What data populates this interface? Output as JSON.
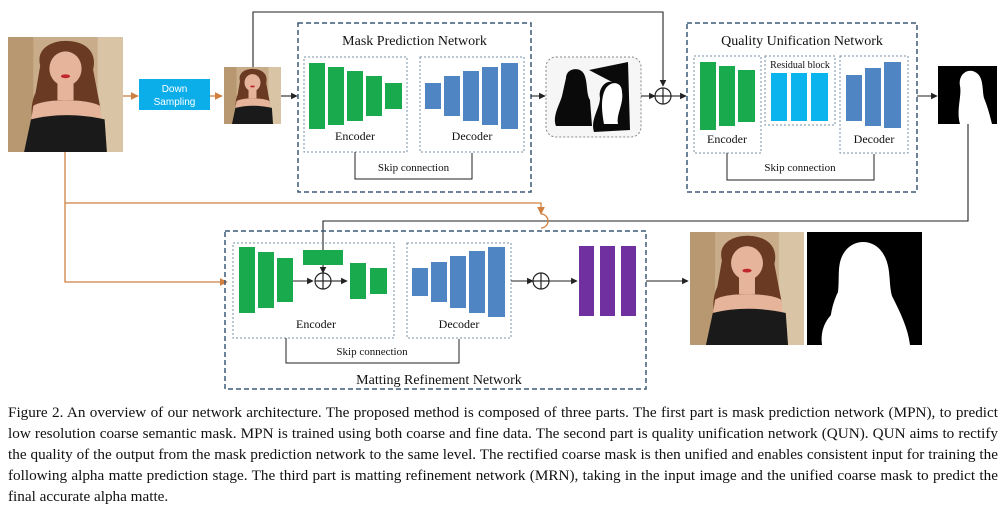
{
  "colors": {
    "encoder": "#1aaa4e",
    "decoder": "#4f85c2",
    "residual": "#0cb4ee",
    "output_block": "#7030a0",
    "box_border": "#3c5a78",
    "sub_border": "#7a8fa8",
    "flow_line": "#222222",
    "input_line": "#d08040",
    "downsampling": "#0caeea",
    "hair": "#6b3a22",
    "skin": "#e6b49a",
    "background_photo": "#c9ad8a"
  },
  "labels": {
    "downsampling": [
      "Down",
      "Sampling"
    ],
    "mpn_title": "Mask Prediction Network",
    "mpn_encoder": "Encoder",
    "mpn_decoder": "Decoder",
    "mpn_skip": "Skip connection",
    "qun_title": "Quality Unification Network",
    "qun_encoder": "Encoder",
    "qun_residual": "Residual block",
    "qun_decoder": "Decoder",
    "qun_skip": "Skip connection",
    "mrn_title": "Matting Refinement Network",
    "mrn_encoder": "Encoder",
    "mrn_decoder": "Decoder",
    "mrn_skip": "Skip connection"
  },
  "caption": "Figure 2. An overview of our network architecture. The proposed method is composed of three parts. The first part is mask prediction network (MPN), to predict low resolution coarse semantic mask. MPN is trained using both coarse and fine data. The second part is quality unification network (QUN). QUN aims to rectify the quality of the output from the mask prediction network to the same level. The rectified coarse mask is then unified and enables consistent input for training the following alpha matte prediction stage. The third part is matting refinement network (MRN), taking in the input image and the unified coarse mask to predict the final accurate alpha matte."
}
